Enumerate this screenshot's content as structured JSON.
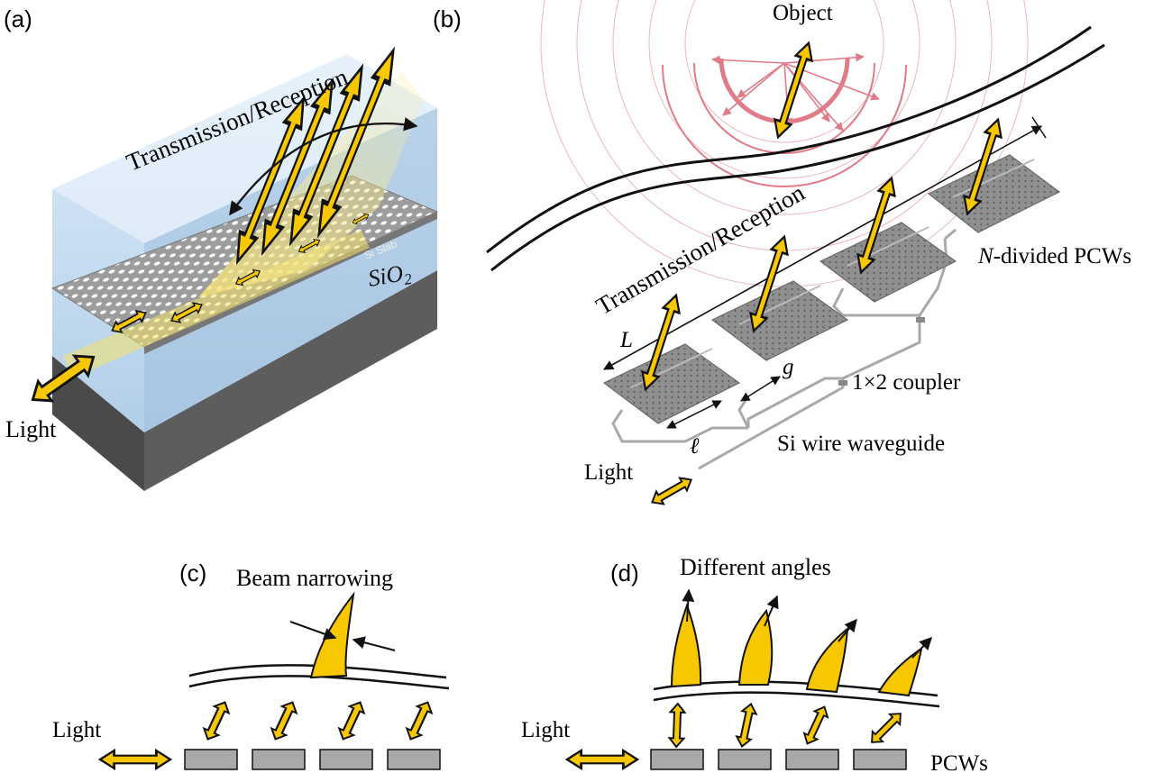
{
  "panels": {
    "a": {
      "label": "(a)",
      "transmission": "Transmission/Reception",
      "slab": "Si Slab",
      "substrate_main": "SiO",
      "substrate_sub": "2",
      "light": "Light"
    },
    "b": {
      "label": "(b)",
      "object": "Object",
      "transmission": "Transmission/Reception",
      "n_italic": "N",
      "n_rest": "-divided PCWs",
      "L": "L",
      "g": "g",
      "ell": "ℓ",
      "coupler": "1×2 coupler",
      "wire": "Si wire waveguide",
      "light": "Light"
    },
    "c": {
      "label": "(c)",
      "title": "Beam narrowing",
      "light": "Light"
    },
    "d": {
      "label": "(d)",
      "title": "Different angles",
      "light": "Light",
      "pcws": "PCWs"
    }
  },
  "colors": {
    "arrow_fill": "#f7c800",
    "arrow_stroke": "#111111",
    "slab": "#9a9a9a",
    "oxide": "#bcd8ee",
    "pcw_block": "#a9a9a9",
    "wave": "#e07b87"
  }
}
